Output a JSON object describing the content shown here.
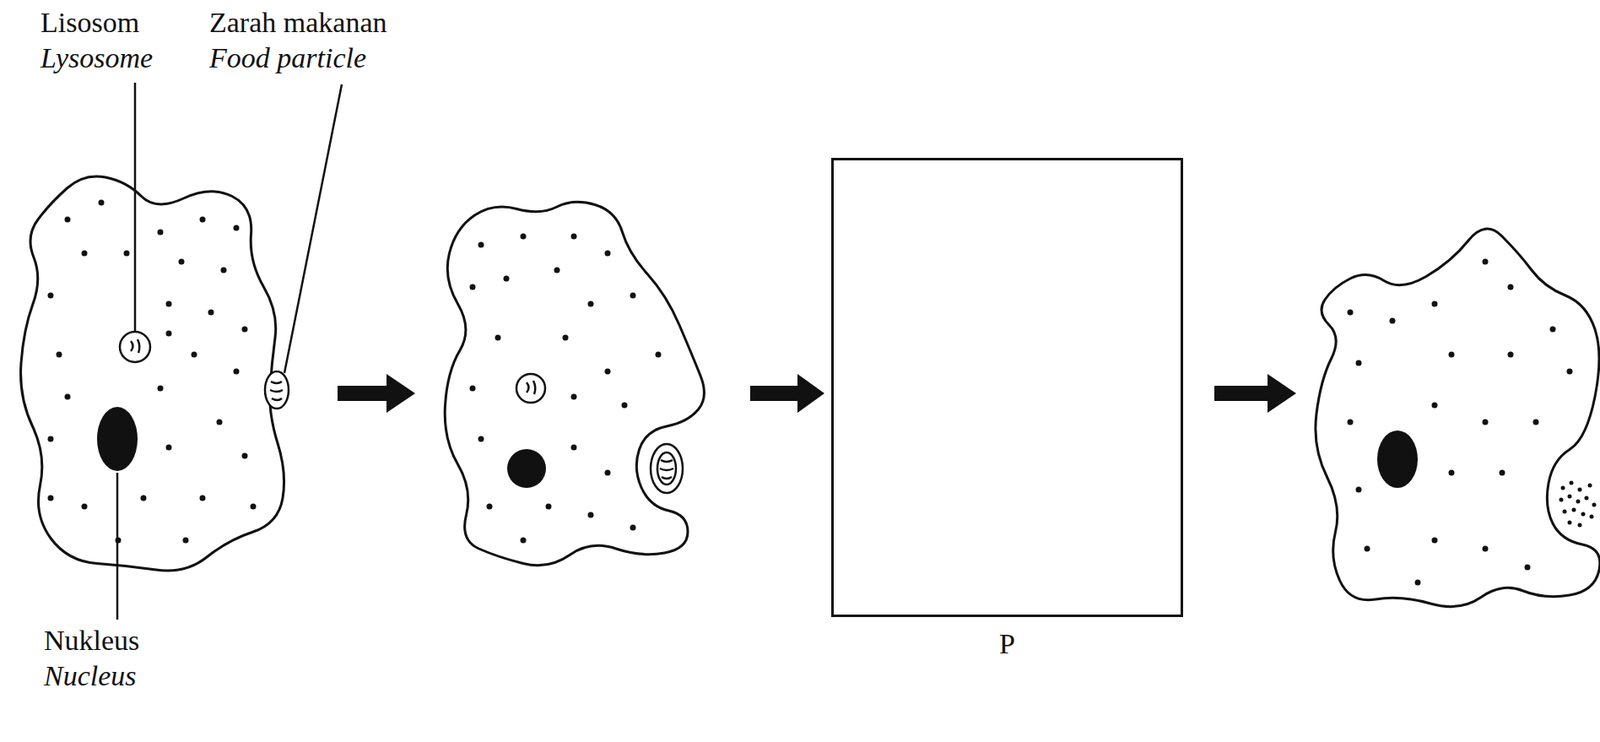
{
  "diagram": {
    "nodes": [
      {
        "text": [
          "P"
        ]
      }
    ],
    "labels": [
      "Lisosom",
      "Lysosome",
      "Zarah makanan",
      "Food particle",
      "Nukleus",
      "Nucleus"
    ]
  }
}
